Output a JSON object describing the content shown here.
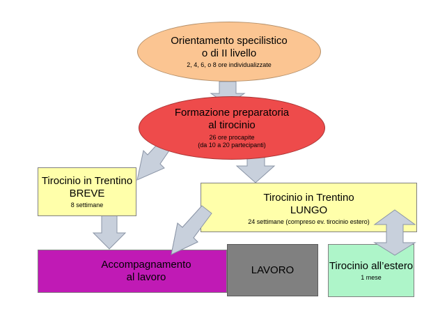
{
  "nodes": {
    "orientamento": {
      "line1": "Orientamento specilistico",
      "line2": "o di II livello",
      "detail": "2, 4, 6, o 8 ore individualizzate"
    },
    "formazione": {
      "line1": "Formazione preparatoria",
      "line2": "al tirocinio",
      "detail1": "26 ore procapite",
      "detail2": "(da 10 a 20 partecipanti)"
    },
    "breve": {
      "line1": "Tirocinio in Trentino",
      "line2": "BREVE",
      "detail": "8 settimane"
    },
    "lungo": {
      "line1": "Tirocinio in Trentino",
      "line2": "LUNGO",
      "detail": "24 settimane (compreso ev. tirocinio estero)"
    },
    "accompagnamento": {
      "line1": "Accompagnamento",
      "line2": "al lavoro"
    },
    "lavoro": {
      "line1": "LAVORO"
    },
    "estero": {
      "line1": "Tirocinio all’estero",
      "detail": "1 mese"
    }
  },
  "colors": {
    "orientamento": "#fbc592",
    "formazione": "#ee4b4b",
    "tirocinio": "#ffffaa",
    "accompagnamento": "#c01ab5",
    "lavoro": "#808080",
    "estero": "#aef5c9",
    "arrow_fill": "#c8d0dc"
  }
}
